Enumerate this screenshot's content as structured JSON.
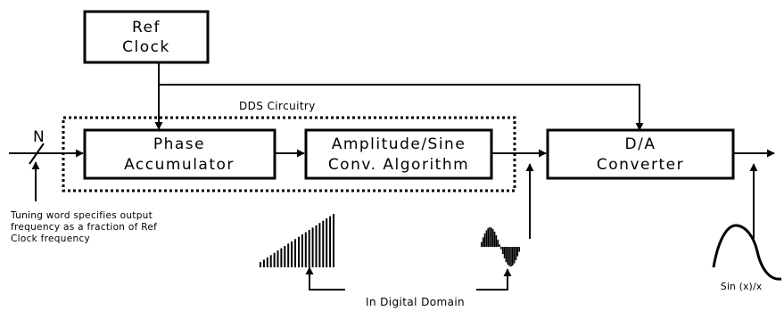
{
  "blocks": {
    "ref_clock": {
      "line1": "Ref",
      "line2": "Clock"
    },
    "phase_accumulator": {
      "line1": "Phase",
      "line2": "Accumulator"
    },
    "amplitude_sine": {
      "line1": "Amplitude/Sine",
      "line2": "Conv. Algorithm"
    },
    "da_converter": {
      "line1": "D/A",
      "line2": "Converter"
    }
  },
  "labels": {
    "dds_circuitry": "DDS Circuitry",
    "bus_width": "N",
    "tuning_note": [
      "Tuning word specifies output",
      "frequency as a fraction of Ref",
      "Clock frequency"
    ],
    "digital_domain": "In Digital Domain",
    "sinc": "Sin (x)/x"
  }
}
